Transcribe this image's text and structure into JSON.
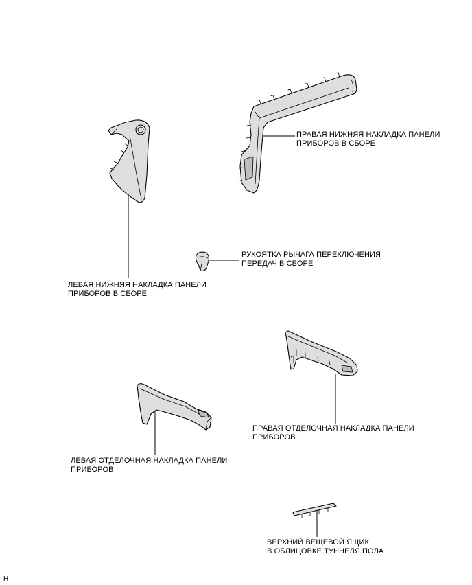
{
  "parts": {
    "right_lower_panel": {
      "line1": "ПРАВАЯ НИЖНЯЯ НАКЛАДКА ПАНЕЛИ",
      "line2": "ПРИБОРОВ В СБОРЕ"
    },
    "shift_knob": {
      "line1": "РУКОЯТКА РЫЧАГА ПЕРЕКЛЮЧЕНИЯ",
      "line2": "ПЕРЕДАЧ В СБОРЕ"
    },
    "left_lower_panel": {
      "line1": "ЛЕВАЯ НИЖНЯЯ НАКЛАДКА ПАНЕЛИ",
      "line2": "ПРИБОРОВ В СБОРЕ"
    },
    "right_finish_panel": {
      "line1": "ПРАВАЯ ОТДЕЛОЧНАЯ НАКЛАДКА ПАНЕЛИ",
      "line2": "ПРИБОРОВ"
    },
    "left_finish_panel": {
      "line1": "ЛЕВАЯ ОТДЕЛОЧНАЯ НАКЛАДКА ПАНЕЛИ",
      "line2": "ПРИБОРОВ"
    },
    "console_box": {
      "line1": "ВЕРХНИЙ ВЕЩЕВОЙ ЯЩИК",
      "line2": "В ОБЛИЦОВКЕ ТУННЕЛЯ ПОЛА"
    }
  },
  "corner_mark": "H",
  "colors": {
    "part_fill": "#dedede",
    "line": "#000000",
    "background": "#ffffff"
  }
}
